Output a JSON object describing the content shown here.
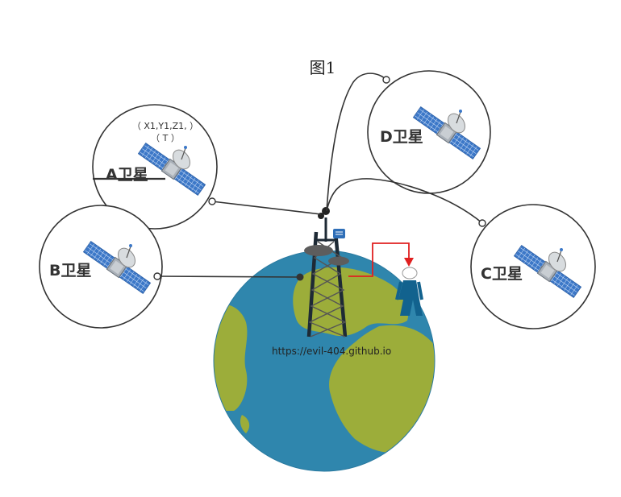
{
  "figure": {
    "title": "图1",
    "watermark": "https://evil-404.github.io"
  },
  "satellites": {
    "a": {
      "label": "A卫星",
      "coord": "（ X1,Y1,Z1, ）",
      "time": "（ T ）"
    },
    "b": {
      "label": "B卫星"
    },
    "c": {
      "label": "C卫星"
    },
    "d": {
      "label": "D卫星"
    }
  },
  "colors": {
    "ocean": "#2f86ad",
    "land": "#9cad3a",
    "panel": "#3c78c8",
    "line": "#333333",
    "signal": "#e02020",
    "person": "#12628e"
  },
  "icons": [
    "satellite-icon",
    "tower-icon",
    "person-icon",
    "globe-icon"
  ]
}
